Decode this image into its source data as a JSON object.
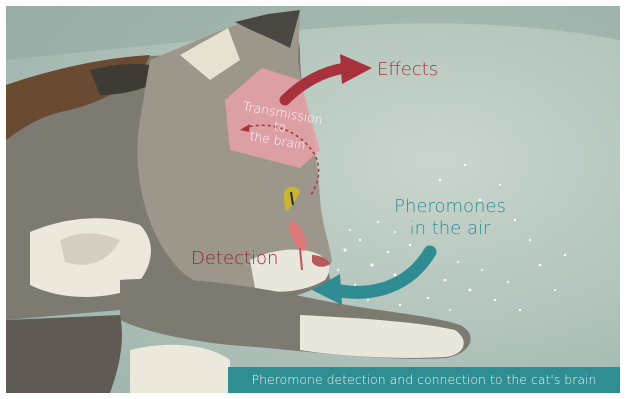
{
  "labels": {
    "effects": "Effects",
    "transmission": [
      "Transmission",
      "to",
      "the brain"
    ],
    "pheromones": [
      "Pheromones",
      "in the air"
    ],
    "detection": "Detection"
  },
  "caption": "Pheromone detection and connection to the cat's brain",
  "colors": {
    "background": "#b7c9c0",
    "brain_region": "#e3a0a5",
    "effects_arrow": "#a8323c",
    "pheromone_arrow": "#2f8c93",
    "caption_bar": "#2f8e92",
    "detection_text": "#8f2a33"
  }
}
